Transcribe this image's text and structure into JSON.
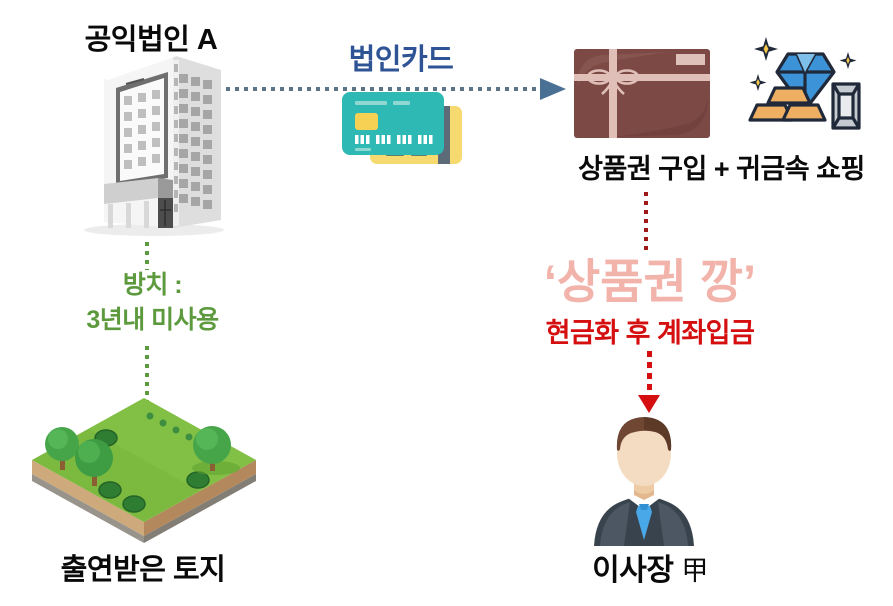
{
  "org": {
    "title": "공익법인 A"
  },
  "flow": {
    "card_label": "법인카드",
    "purchase_label": "상품권 구입 + 귀금속 쇼핑",
    "scheme_watermark": "‘상품권 깡’",
    "cashout_label": "현금화 후 계좌입금"
  },
  "chairman": {
    "title": "이사장",
    "name": "甲"
  },
  "neglect": {
    "line1": "방치 :",
    "line2": "3년내 미사용"
  },
  "land": {
    "label": "출연받은 토지"
  },
  "icons": {
    "building": "office-building-icon",
    "cards": "credit-cards-icon",
    "gift": "gift-box-icon",
    "jewelry": "jewelry-gold-diamond-icon",
    "land": "land-plot-icon",
    "person": "businessman-icon"
  },
  "colors": {
    "text_black": "#0A0A0A",
    "navy": "#2F5496",
    "green": "#5C9A3D",
    "red": "#D50F0F",
    "pink_watermark": "#F2B3AB",
    "dark_red_dots": "#9E1A1A",
    "arrow_slate": "#4A7093",
    "card_teal": "#2FB9B4",
    "card_yellow": "#F6D96F",
    "gift_brown": "#7C4945",
    "grass_green": "#7CBA3F"
  }
}
